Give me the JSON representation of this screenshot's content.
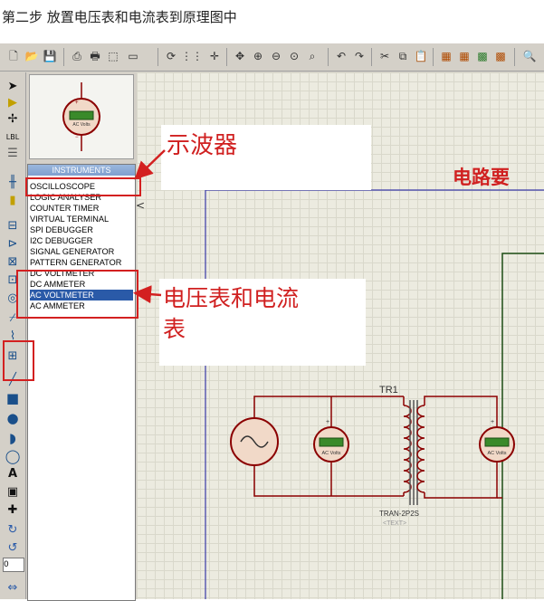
{
  "heading": "第二步 放置电压表和电流表到原理图中",
  "toolbar": {
    "icons": [
      "new-file",
      "open-folder",
      "save",
      "print-setup",
      "print",
      "area",
      "refresh",
      "grid",
      "origin",
      "pan",
      "zoom-in",
      "zoom-out",
      "zoom-all",
      "zoom-area",
      "undo",
      "redo",
      "cut",
      "copy",
      "paste",
      "block-copy",
      "block-move",
      "block-rotate",
      "block-delete",
      "find"
    ]
  },
  "left_tools": [
    "select",
    "component",
    "junction",
    "wire-label",
    "text-script",
    "bus",
    "subcircuit",
    "terminals",
    "device-pins",
    "graph",
    "tape-recorder",
    "generator",
    "voltage-probe",
    "current-probe",
    "virtual-instruments",
    "line",
    "box",
    "circle",
    "arc",
    "path",
    "text",
    "symbol",
    "marker",
    "rotate-cw",
    "rotate-ccw",
    "angle",
    "mirror-h"
  ],
  "left_tools_text": {
    "lbl": "LBL",
    "angle": "0"
  },
  "preview_label": "AC Volts",
  "instruments": {
    "title": "INSTRUMENTS",
    "items": [
      "OSCILLOSCOPE",
      "LOGIC ANALYSER",
      "COUNTER TIMER",
      "VIRTUAL TERMINAL",
      "SPI DEBUGGER",
      "I2C DEBUGGER",
      "SIGNAL GENERATOR",
      "PATTERN GENERATOR",
      "DC VOLTMETER",
      "DC AMMETER",
      "AC VOLTMETER",
      "AC AMMETER"
    ],
    "selected": "AC VOLTMETER"
  },
  "collapse_arrow": "<",
  "callouts": {
    "oscilloscope": "示波器",
    "meters_line1": "电压表和电流",
    "meters_line2": "表",
    "circuit": "电路要"
  },
  "schematic": {
    "transformer_ref": "TR1",
    "transformer_part": "TRAN-2P2S",
    "transformer_text": "<TEXT>",
    "meter_label": "AC Volts"
  },
  "colors": {
    "accent_red": "#d32020",
    "selection": "#2a5aa8",
    "canvas": "#ecebe0",
    "wire": "#8b0000",
    "meter_screen": "#3a8a2a"
  }
}
